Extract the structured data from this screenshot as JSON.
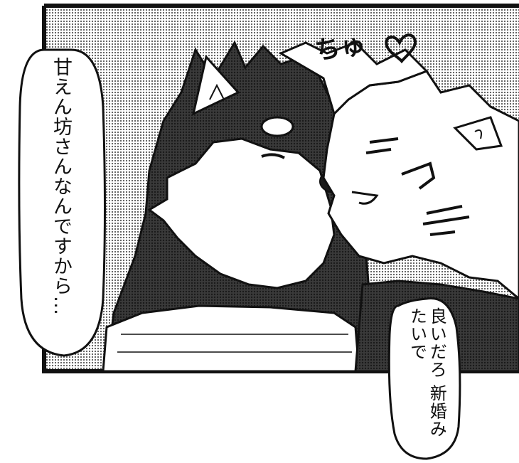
{
  "panel": {
    "speech_left": "甘えん坊さんなんですから…",
    "speech_right": "良いだろ 新婚みたいで",
    "sfx": "ちゅ"
  }
}
